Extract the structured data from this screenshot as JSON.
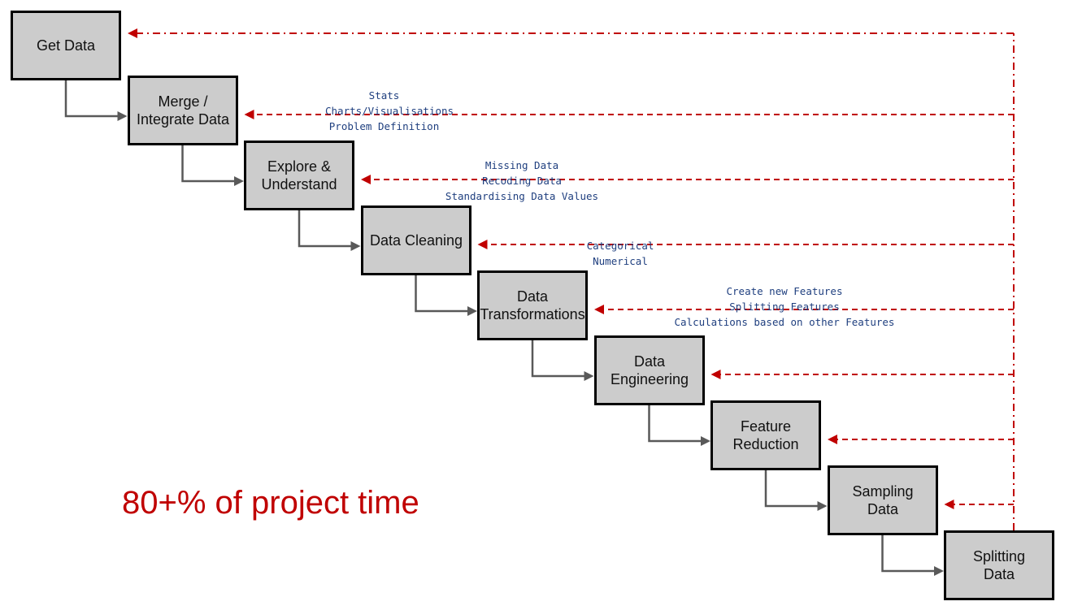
{
  "steps": [
    {
      "id": "get-data",
      "label": "Get Data"
    },
    {
      "id": "merge-integrate-data",
      "label": "Merge /\nIntegrate Data"
    },
    {
      "id": "explore-understand",
      "label": "Explore &\nUnderstand"
    },
    {
      "id": "data-cleaning",
      "label": "Data Cleaning"
    },
    {
      "id": "data-transformations",
      "label": "Data\nTransformations"
    },
    {
      "id": "data-engineering",
      "label": "Data\nEngineering"
    },
    {
      "id": "feature-reduction",
      "label": "Feature\nReduction"
    },
    {
      "id": "sampling-data",
      "label": "Sampling\nData"
    },
    {
      "id": "splitting-data",
      "label": "Splitting\nData"
    }
  ],
  "annotations": [
    {
      "id": "explore",
      "lines": [
        "Stats",
        "Charts/Visualisations",
        "Problem Definition"
      ]
    },
    {
      "id": "cleaning",
      "lines": [
        "Missing Data",
        "Recoding Data",
        "Standardising Data Values"
      ]
    },
    {
      "id": "transformations",
      "lines": [
        "Categorical",
        "Numerical"
      ]
    },
    {
      "id": "engineering",
      "lines": [
        "Create new Features",
        "Splitting Features",
        "Calculations based on other Features"
      ]
    }
  ],
  "headline": "80+% of project time",
  "colors": {
    "box_fill": "#cccccc",
    "box_border": "#000000",
    "forward_arrow": "#595959",
    "feedback_arrow": "#c00000",
    "annotation_text": "#1f3f7f",
    "headline": "#c00000"
  }
}
